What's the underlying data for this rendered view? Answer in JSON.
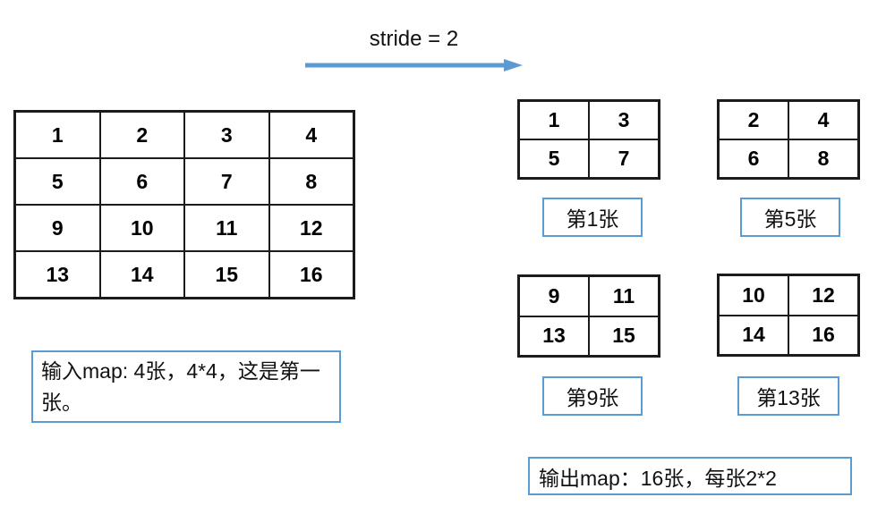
{
  "colors": {
    "accent_blue": "#5B9BD5",
    "line_black": "#1b1b1b"
  },
  "header": {
    "stride_label": "stride = 2"
  },
  "input_grid": {
    "rows": [
      [
        "1",
        "2",
        "3",
        "4"
      ],
      [
        "5",
        "6",
        "7",
        "8"
      ],
      [
        "9",
        "10",
        "11",
        "12"
      ],
      [
        "13",
        "14",
        "15",
        "16"
      ]
    ]
  },
  "output_grids": [
    {
      "label": "第1张",
      "rows": [
        [
          "1",
          "3"
        ],
        [
          "5",
          "7"
        ]
      ]
    },
    {
      "label": "第5张",
      "rows": [
        [
          "2",
          "4"
        ],
        [
          "6",
          "8"
        ]
      ]
    },
    {
      "label": "第9张",
      "rows": [
        [
          "9",
          "11"
        ],
        [
          "13",
          "15"
        ]
      ]
    },
    {
      "label": "第13张",
      "rows": [
        [
          "10",
          "12"
        ],
        [
          "14",
          "16"
        ]
      ]
    }
  ],
  "captions": {
    "input": "输入map: 4张，4*4，这是第一张。",
    "output": "输出map：16张，每张2*2"
  }
}
